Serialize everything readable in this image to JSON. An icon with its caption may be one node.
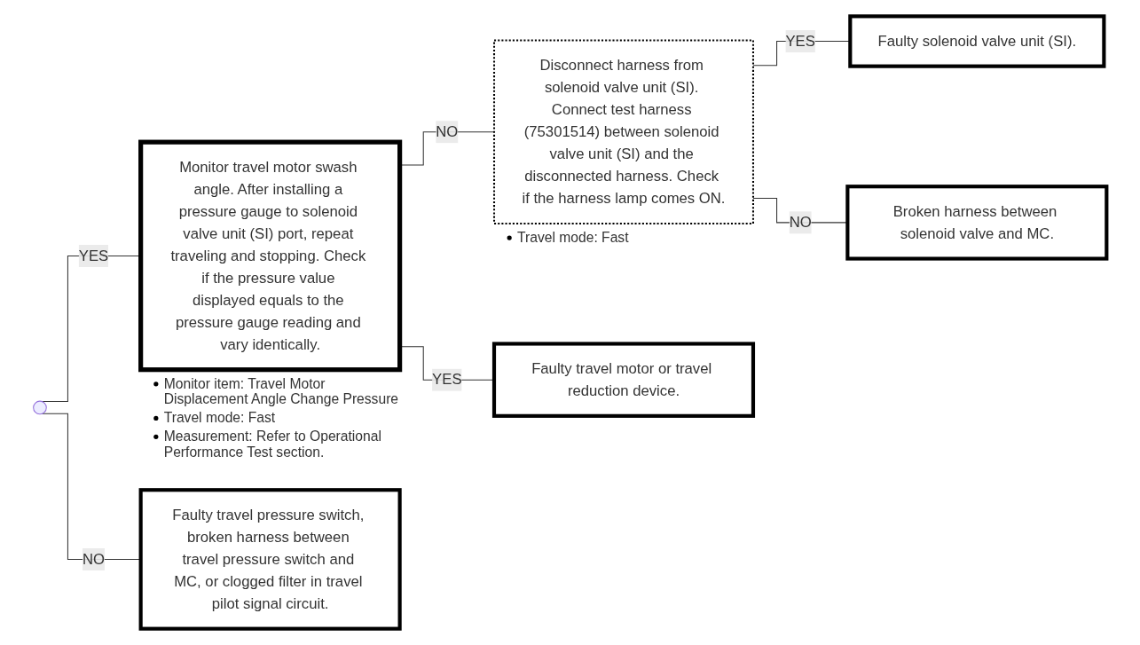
{
  "diagram": {
    "nodes": [
      {
        "text": [
          "Monitor travel motor swash angle. After installing a pressure gauge to solenoid valve unit (SI) port, repeat traveling and stopping. Check if the pressure value displayed equals to the pressure gauge reading and vary identically."
        ],
        "beside": [
          "Monitor item: Travel Motor Displacement Angle Change Pressure",
          "Travel mode: Fast",
          "Measurement: Refer to Operational Performance Test section."
        ]
      },
      {
        "text": [
          "Disconnect harness from solenoid valve unit (SI). Connect test harness (75301514) between solenoid valve unit (SI) and the disconnected harness. Check if the harness lamp comes ON."
        ],
        "beside": [
          "Travel mode: Fast"
        ]
      },
      {
        "text": [
          "Faulty travel pressure switch, broken harness between travel pressure switch and MC, or clogged filter in travel pilot signal circuit."
        ]
      },
      {
        "text": [
          "Faulty solenoid valve unit (SI)."
        ]
      },
      {
        "text": [
          "Broken harness between solenoid valve and MC."
        ]
      },
      {
        "text": [
          "Faulty travel motor or travel reduction device."
        ]
      }
    ],
    "edges": [
      {
        "from": null,
        "to": 2,
        "arrow": "none",
        "label": "NO"
      },
      {
        "from": null,
        "to": 0,
        "arrow": "none",
        "label": "YES"
      },
      {
        "from": 0,
        "to": 1,
        "arrow": "none",
        "label": "NO"
      },
      {
        "from": 0,
        "to": 5,
        "arrow": "none",
        "label": "YES"
      },
      {
        "from": 1,
        "to": 3,
        "arrow": "none",
        "label": "YES"
      },
      {
        "from": 1,
        "to": 4,
        "arrow": "none",
        "label": "NO"
      }
    ]
  }
}
